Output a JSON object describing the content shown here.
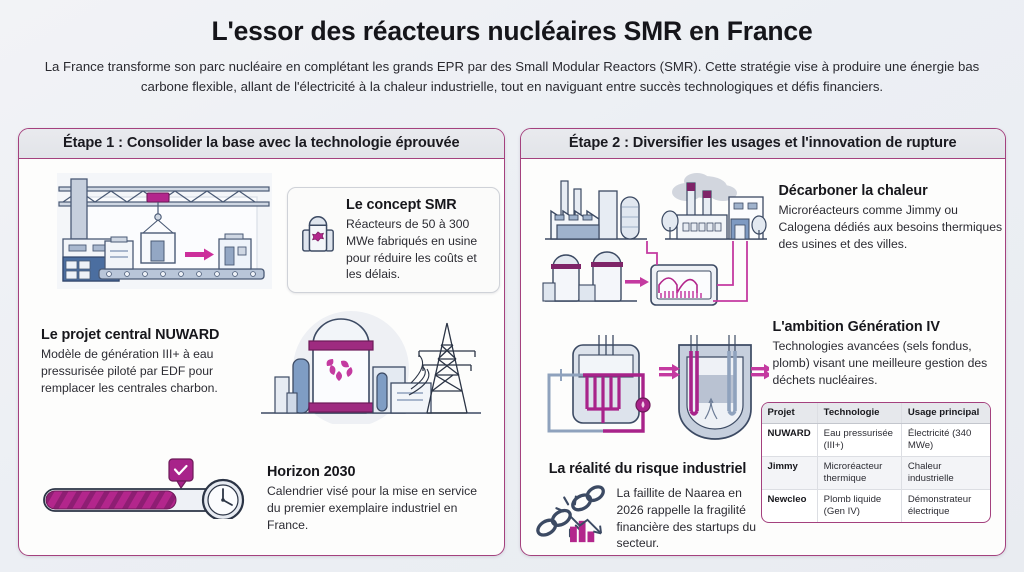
{
  "header": {
    "title": "L'essor des réacteurs nucléaires SMR en France",
    "subtitle": "La France transforme son parc nucléaire en complétant les grands EPR par des Small Modular Reactors (SMR). Cette stratégie vise à produire une énergie bas carbone flexible, allant de l'électricité à la chaleur industrielle, tout en naviguant entre succès technologiques et défis financiers."
  },
  "colors": {
    "accent_magenta": "#b3268c",
    "accent_purple": "#8e2f74",
    "border_purple": "#a4417e",
    "ink_blue": "#3c4a63",
    "steel": "#8fa2bd",
    "page_bg": "#eef0f4",
    "panel_bg": "#fdfdfc"
  },
  "left_panel": {
    "heading": "Étape 1 : Consolider la base avec la technologie éprouvée",
    "illustration_factory": "factory-assembly-line-illustration",
    "concept_card": {
      "icon": "smr-reactor-module-icon",
      "heading": "Le concept SMR",
      "body": "Réacteurs de 50 à 300 MWe fabriqués en usine pour réduire les coûts et les délais."
    },
    "nuward": {
      "heading": "Le projet central NUWARD",
      "body": "Modèle de génération III+ à eau pressurisée piloté par EDF pour remplacer les centrales charbon.",
      "illustration": "nuclear-plant-grid-illustration"
    },
    "horizon": {
      "heading": "Horizon 2030",
      "body": "Calendrier visé pour la mise en service du premier exemplaire industriel en France.",
      "progress_percent": 75,
      "marker_icon": "check-pin-icon",
      "end_icon": "clock-icon"
    }
  },
  "right_panel": {
    "heading": "Étape 2 : Diversifier les usages et l'innovation de rupture",
    "illustration_heat": "industrial-heat-network-illustration",
    "heat": {
      "heading": "Décarboner la chaleur",
      "body": "Microréacteurs comme Jimmy ou Calogena dédiés aux besoins thermiques des usines et des villes."
    },
    "illustration_genIV": "generation-iv-reactor-vessels-illustration",
    "gen4": {
      "heading": "L'ambition Génération IV",
      "body": "Technologies avancées (sels fondus, plomb) visant une meilleure gestion des déchets nucléaires."
    },
    "risk": {
      "heading": "La réalité du risque industriel",
      "body": "La faillite de Naarea en 2026 rappelle la fragilité financière des startups du secteur.",
      "icon": "broken-chain-declining-chart-icon"
    },
    "table": {
      "columns": [
        "Projet",
        "Technologie",
        "Usage principal"
      ],
      "rows": [
        [
          "NUWARD",
          "Eau pressurisée (III+)",
          "Électricité (340 MWe)"
        ],
        [
          "Jimmy",
          "Microréacteur thermique",
          "Chaleur industrielle"
        ],
        [
          "Newcleo",
          "Plomb liquide (Gen IV)",
          "Démonstrateur électrique"
        ]
      ]
    }
  }
}
